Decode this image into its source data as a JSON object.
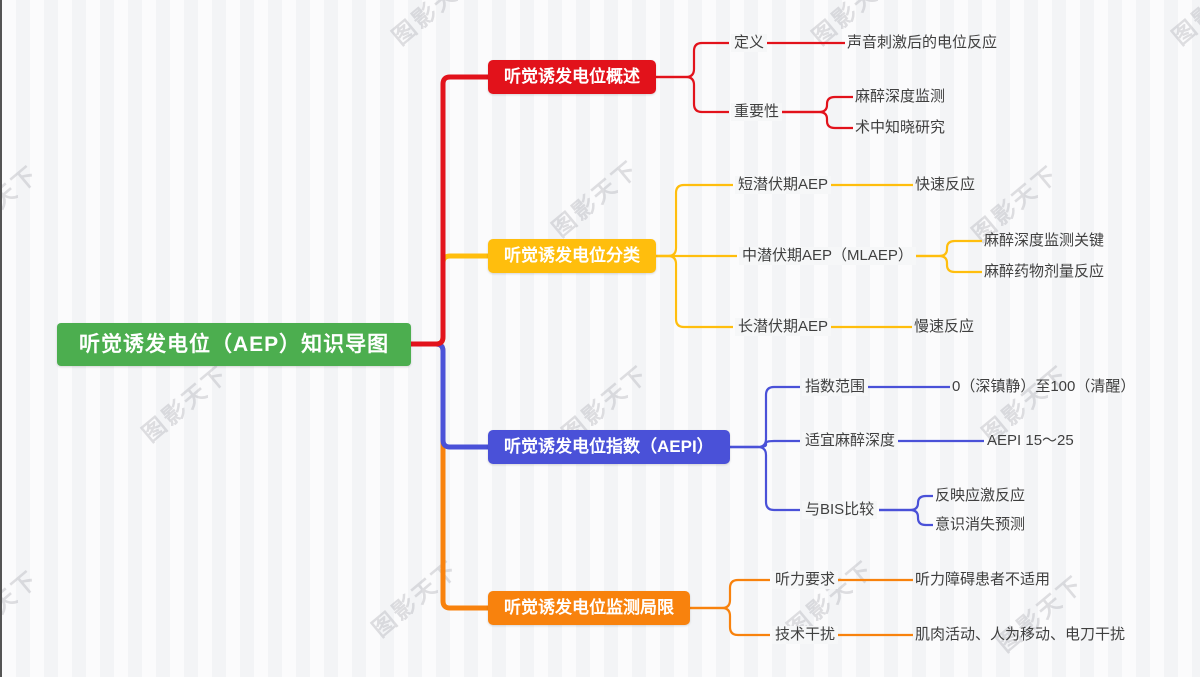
{
  "watermark": "图影天下",
  "colors": {
    "root": "#4cae4f",
    "overview": "#e2121b",
    "classification": "#ffbe0d",
    "index": "#4a51d8",
    "limitation": "#f8820d",
    "label_text": "#3f3f3f"
  },
  "root": {
    "label": "听觉诱发电位（AEP）知识导图"
  },
  "branches": [
    {
      "label": "听觉诱发电位概述",
      "children": [
        {
          "label": "定义",
          "children": [
            {
              "label": "声音刺激后的电位反应"
            }
          ]
        },
        {
          "label": "重要性",
          "children": [
            {
              "label": "麻醉深度监测"
            },
            {
              "label": "术中知晓研究"
            }
          ]
        }
      ]
    },
    {
      "label": "听觉诱发电位分类",
      "children": [
        {
          "label": "短潜伏期AEP",
          "children": [
            {
              "label": "快速反应"
            }
          ]
        },
        {
          "label": "中潜伏期AEP（MLAEP）",
          "children": [
            {
              "label": "麻醉深度监测关键"
            },
            {
              "label": "麻醉药物剂量反应"
            }
          ]
        },
        {
          "label": "长潜伏期AEP",
          "children": [
            {
              "label": "慢速反应"
            }
          ]
        }
      ]
    },
    {
      "label": "听觉诱发电位指数（AEPI）",
      "children": [
        {
          "label": "指数范围",
          "children": [
            {
              "label": "0（深镇静）至100（清醒）"
            }
          ]
        },
        {
          "label": "适宜麻醉深度",
          "children": [
            {
              "label": "AEPI 15～25"
            }
          ]
        },
        {
          "label": "与BIS比较",
          "children": [
            {
              "label": "反映应激反应"
            },
            {
              "label": "意识消失预测"
            }
          ]
        }
      ]
    },
    {
      "label": "听觉诱发电位监测局限",
      "children": [
        {
          "label": "听力要求",
          "children": [
            {
              "label": "听力障碍患者不适用"
            }
          ]
        },
        {
          "label": "技术干扰",
          "children": [
            {
              "label": "肌肉活动、人为移动、电刀干扰"
            }
          ]
        }
      ]
    }
  ]
}
